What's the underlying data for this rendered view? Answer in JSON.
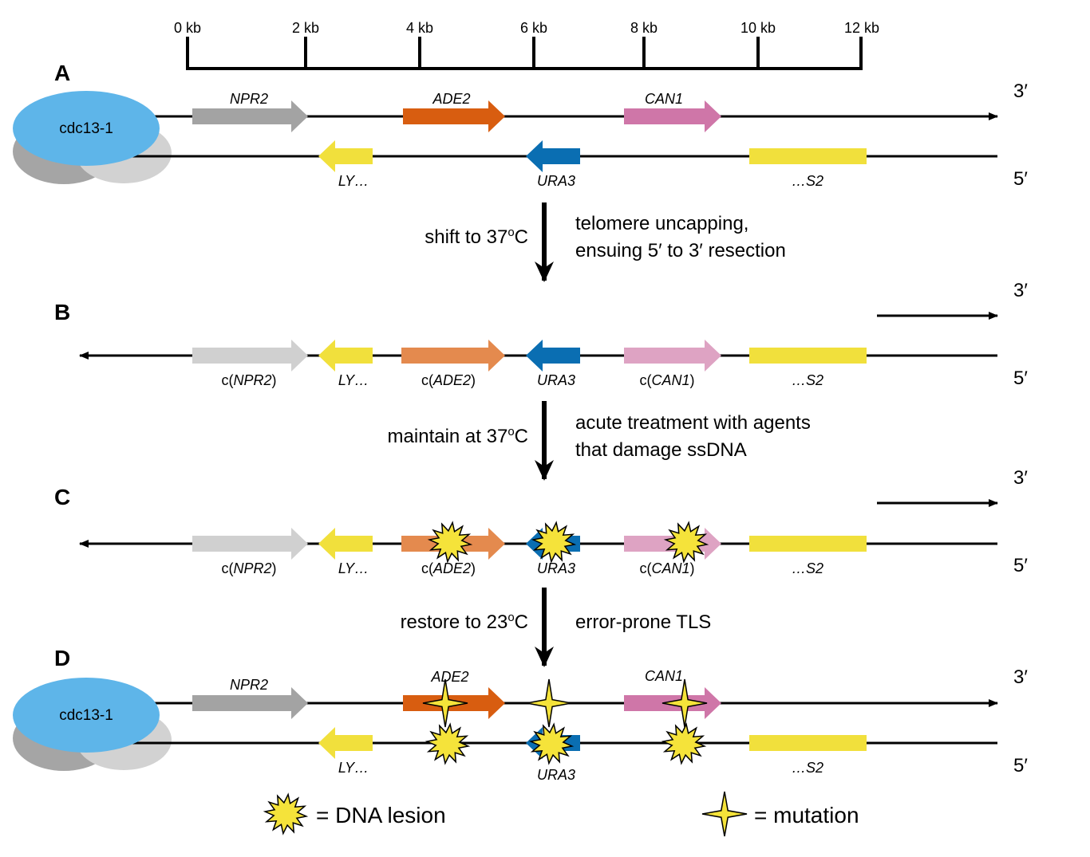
{
  "scale": {
    "ticks": [
      "0 kb",
      "2 kb",
      "4 kb",
      "6 kb",
      "8 kb",
      "10 kb",
      "12 kb"
    ]
  },
  "panels": {
    "A": "A",
    "B": "B",
    "C": "C",
    "D": "D"
  },
  "strand_ends": {
    "three_prime": "3′",
    "five_prime": "5′"
  },
  "protein": {
    "label": "cdc13-1"
  },
  "genes": {
    "npr2": "NPR2",
    "ade2": "ADE2",
    "can1": "CAN1",
    "ly": "LY…",
    "ura3": "URA3",
    "s2": "…S2",
    "c_prefix": "c(",
    "c_suffix": ")"
  },
  "steps": [
    {
      "condition": "shift to 37",
      "sup": "o",
      "unit": "C",
      "note_line1": "telomere uncapping,",
      "note_line2": "ensuing 5′ to 3′ resection"
    },
    {
      "condition": "maintain at 37",
      "sup": "o",
      "unit": "C",
      "note_line1": "acute treatment with agents",
      "note_line2": "that damage ssDNA"
    },
    {
      "condition": "restore to 23",
      "sup": "o",
      "unit": "C",
      "note_line1": "error-prone TLS",
      "note_line2": ""
    }
  ],
  "legend": {
    "lesion": "= DNA lesion",
    "mutation": "= mutation"
  },
  "colors": {
    "npr2": "#a3a3a3",
    "npr2_faded": "#d0d0d0",
    "ade2": "#d85d10",
    "ade2_faded": "#e48a4e",
    "can1": "#cf76a8",
    "can1_faded": "#dea3c3",
    "ly_s2": "#f1e03c",
    "ura3": "#0a6eb2",
    "protein_blue": "#5eb5e9",
    "protein_grey_dark": "#a5a5a5",
    "protein_grey_light": "#d2d2d2",
    "lesion_fill": "#f5e33a"
  }
}
